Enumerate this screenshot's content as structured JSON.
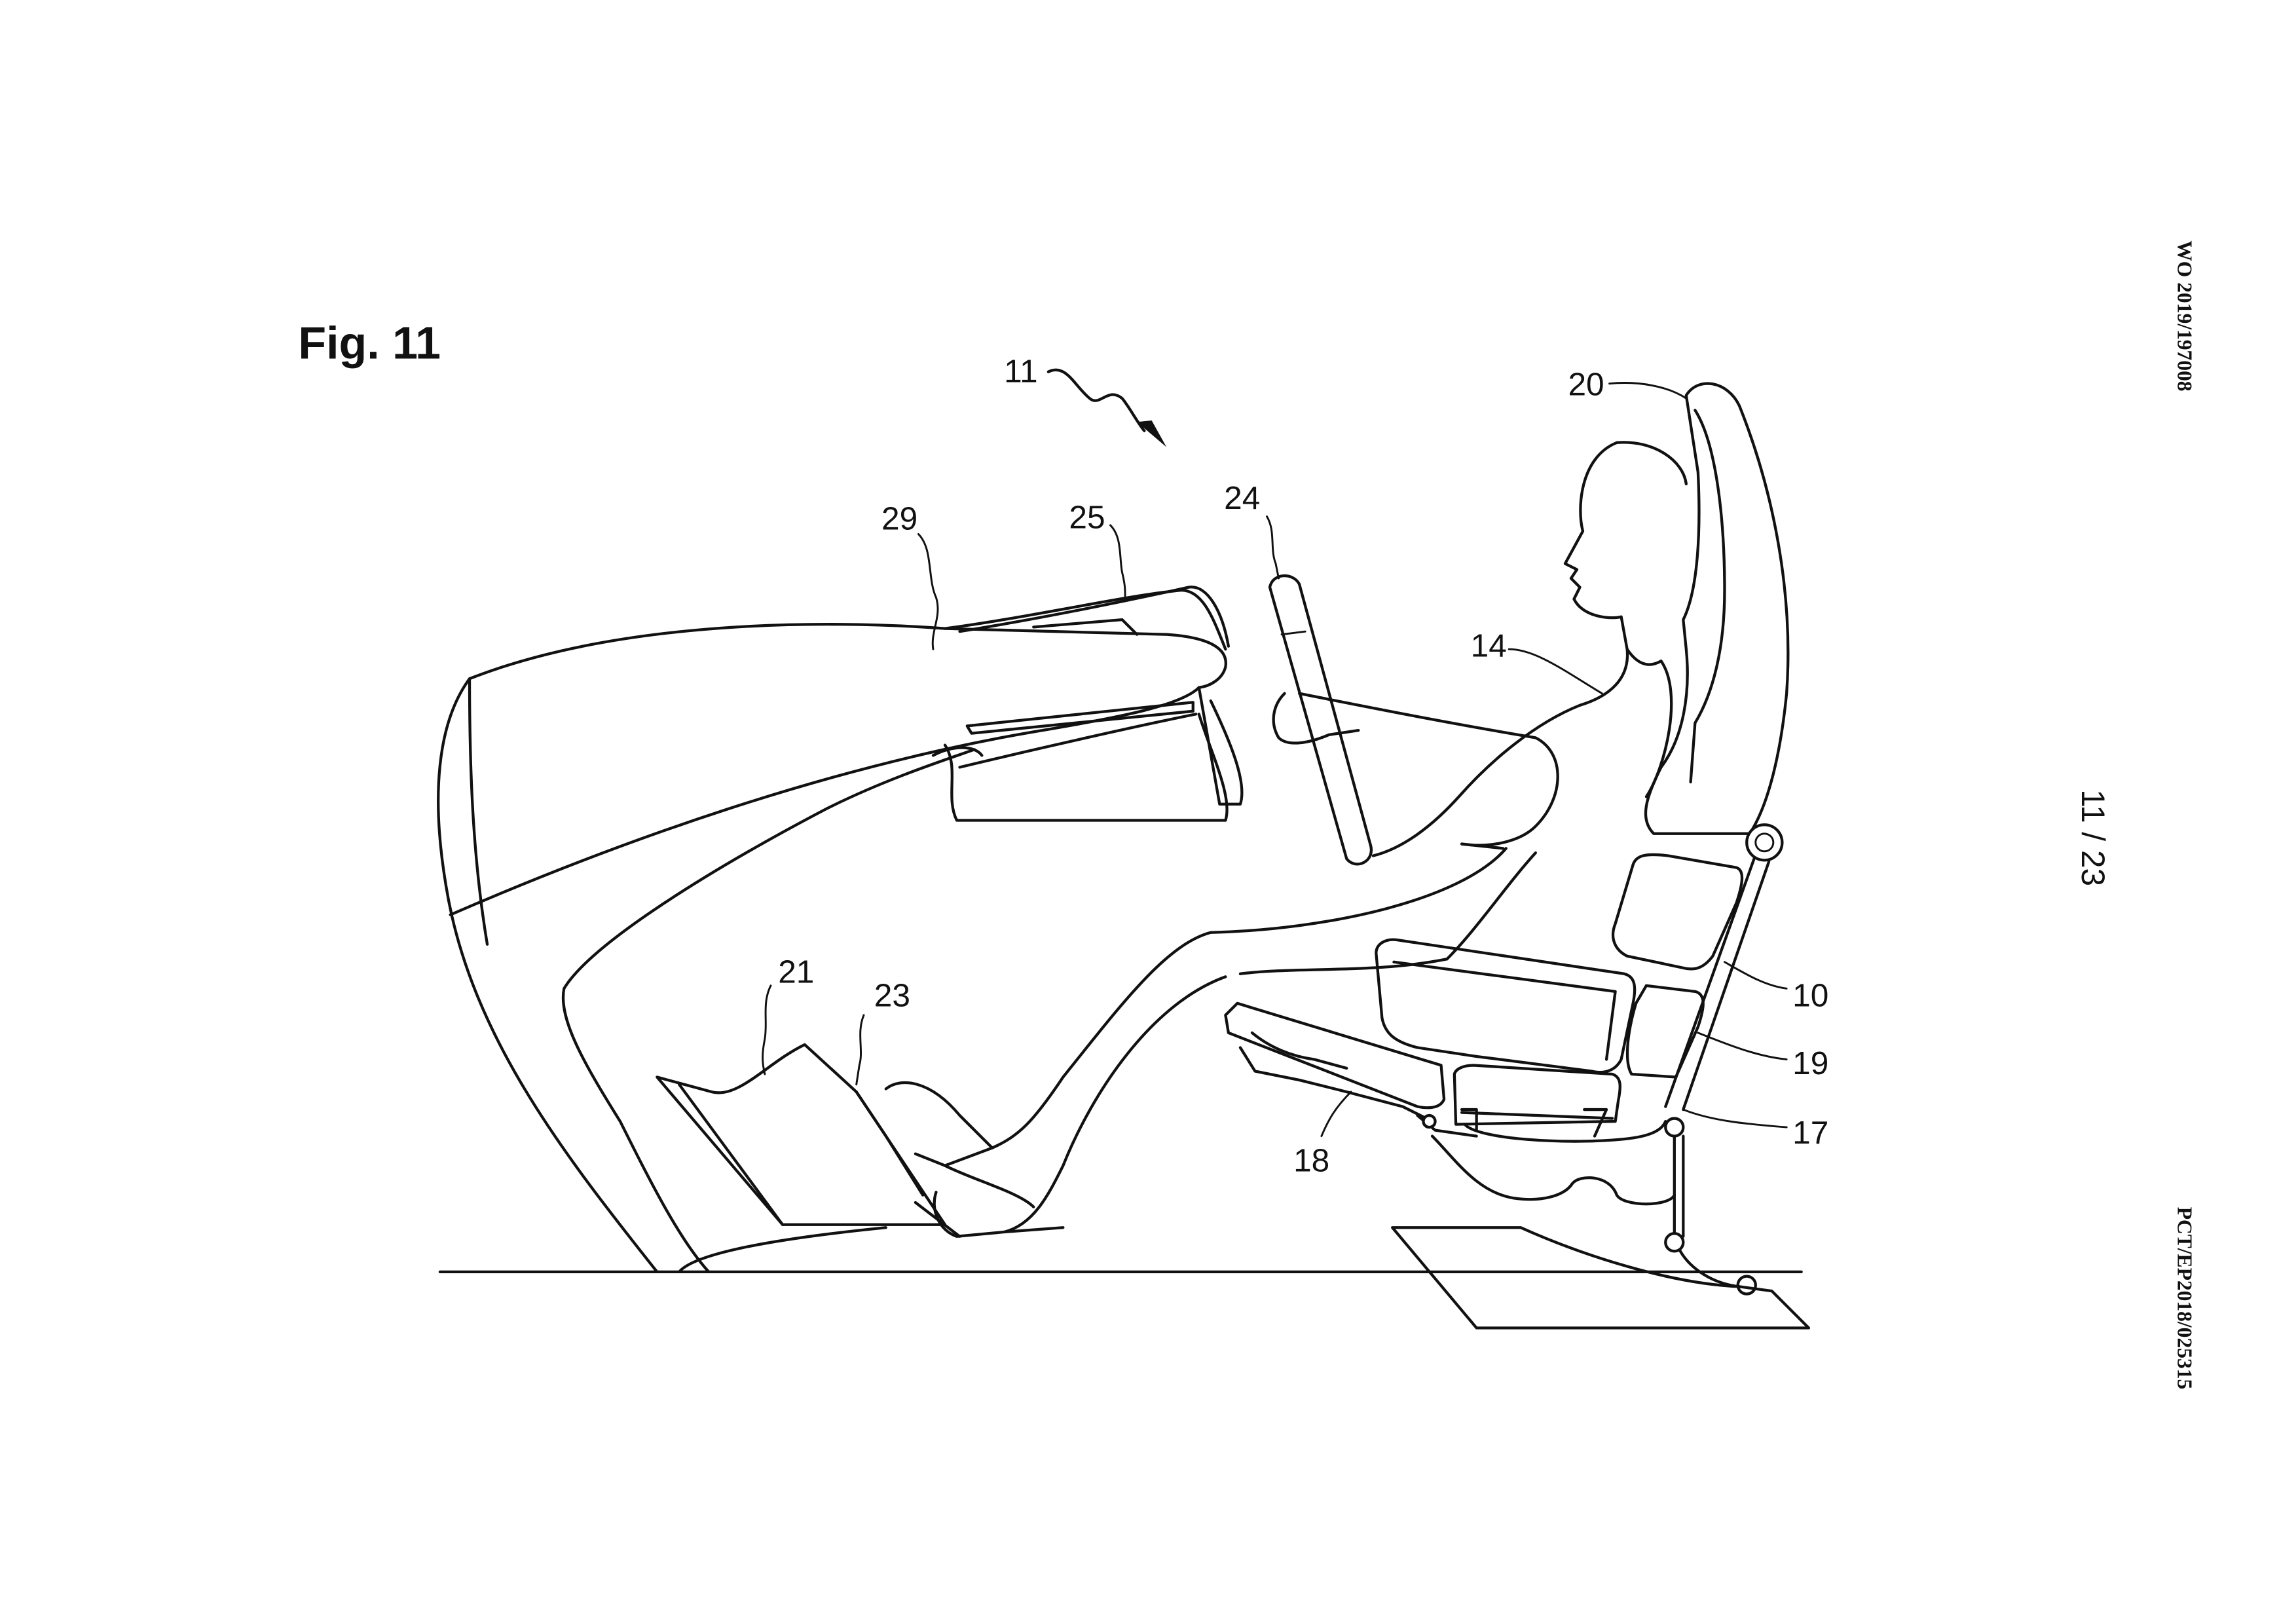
{
  "figure": {
    "title": "Fig. 11",
    "page_number": "11 / 23",
    "header_right_top": "WO 2019/197008",
    "header_right_bottom": "PCT/EP2018/025315"
  },
  "reference_numerals": {
    "assembly": "11",
    "console": "29",
    "dashboard": "25",
    "steering_wheel": "24",
    "headrest": "20",
    "occupant": "14",
    "seat_frame": "10",
    "backrest_cushion": "19",
    "seat_base": "17",
    "seat_rail": "18",
    "footwell": "21",
    "pedal": "23"
  },
  "colors": {
    "line": "#111111",
    "background": "#ffffff"
  }
}
